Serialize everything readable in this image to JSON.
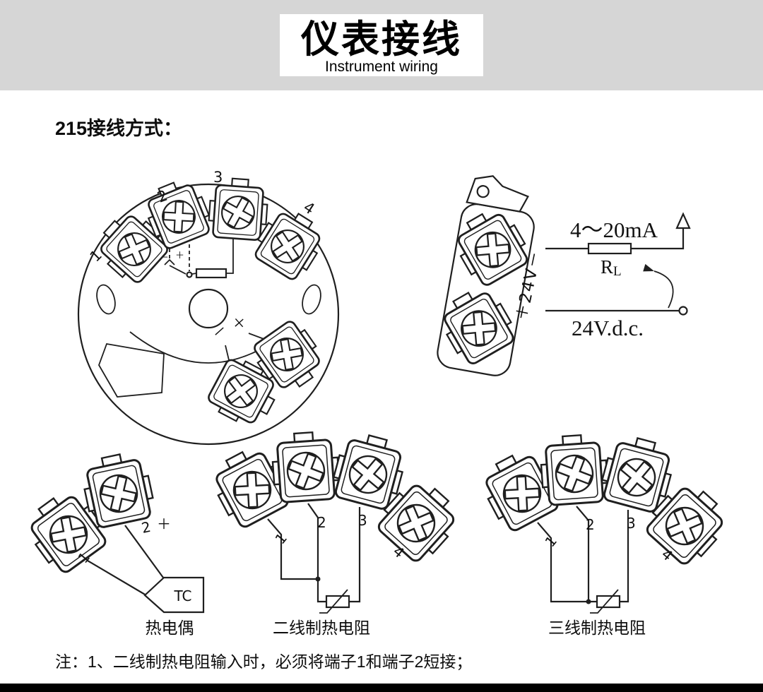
{
  "header": {
    "title": "仪表接线",
    "subtitle": "Instrument wiring"
  },
  "section_heading": "215接线方式：",
  "head": {
    "terminal_1": "1",
    "terminal_2": "2",
    "terminal_3": "3",
    "terminal_4": "4",
    "minus": "－",
    "plus": "＋",
    "sensor_minus": "－",
    "sensor_plus": "＋"
  },
  "output": {
    "supply_vertical": "＋24V－",
    "range": "4～20mA",
    "load_r": "R",
    "load_sub": "L",
    "dc": "24V.d.c."
  },
  "tc": {
    "t1": "1",
    "t2": "2",
    "plus": "＋",
    "component": "TC",
    "caption": "热电偶"
  },
  "rtd2": {
    "t1": "1",
    "t2": "2",
    "t3": "3",
    "t4": "4",
    "caption": "二线制热电阻"
  },
  "rtd3": {
    "t1": "1",
    "t2": "2",
    "t3": "3",
    "t4": "4",
    "caption": "三线制热电阻"
  },
  "note": "注：1、二线制热电阻输入时，必须将端子1和端子2短接；"
}
